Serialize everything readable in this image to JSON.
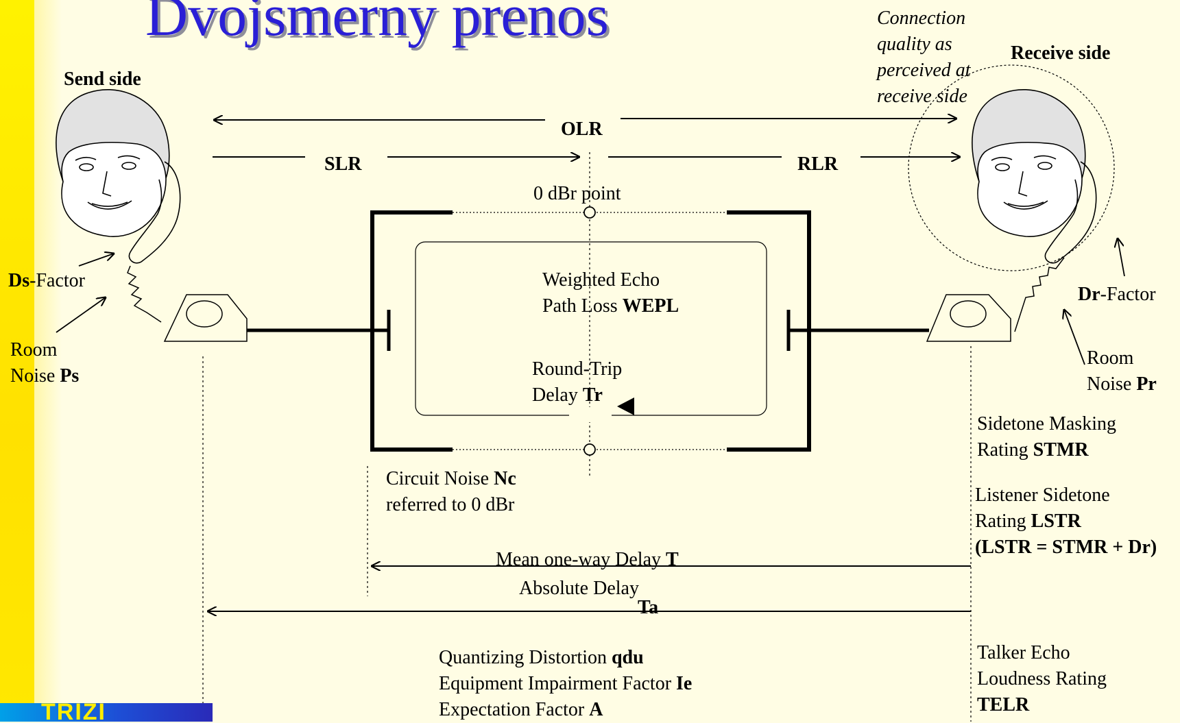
{
  "title": "Dvojsmerny prenos",
  "quality_note": [
    "Connection",
    "quality as",
    "perceived at",
    "receive side"
  ],
  "send_side": "Send side",
  "receive_side": "Receive side",
  "olr": "OLR",
  "slr": "SLR",
  "rlr": "RLR",
  "dbr_point": "0 dBr  point",
  "wepl": {
    "line1": "Weighted Echo",
    "line2_text": "Path Loss",
    "line2_bold": "WEPL"
  },
  "rtd": {
    "line1": "Round-Trip",
    "line2_text": "Delay",
    "line2_bold": "Tr"
  },
  "ds_factor": {
    "bold": "Ds",
    "text": "-Factor"
  },
  "dr_factor": {
    "bold": "Dr",
    "text": "-Factor"
  },
  "room_noise_ps": {
    "line1": "Room",
    "line2_text": "Noise",
    "line2_bold": "Ps"
  },
  "room_noise_pr": {
    "line1": "Room",
    "line2_text": "Noise",
    "line2_bold": "Pr"
  },
  "circuit_noise": {
    "line1_text": "Circuit Noise",
    "line1_bold": "Nc",
    "line2": "referred to 0 dBr"
  },
  "stmr": {
    "line1": "Sidetone Masking",
    "line2_text": "Rating",
    "line2_bold": "STMR"
  },
  "lstr": {
    "line1": "Listener Sidetone",
    "line2_text": "Rating",
    "line2_bold": "LSTR",
    "line3": "(LSTR = STMR + Dr)"
  },
  "mean_delay": {
    "text": "Mean one-way Delay",
    "bold": "T"
  },
  "absolute_delay": {
    "text": "Absolute Delay",
    "bold": "Ta"
  },
  "qdu": {
    "text": "Quantizing Distortion",
    "bold": "qdu"
  },
  "ie": {
    "text": "Equipment Impairment Factor",
    "bold": "Ie"
  },
  "expectation": {
    "text": "Expectation Factor",
    "bold": "A"
  },
  "telr": {
    "line1": "Talker Echo",
    "line2": "Loudness Rating",
    "line3": "TELR"
  },
  "logo_text": "TRIŽI"
}
